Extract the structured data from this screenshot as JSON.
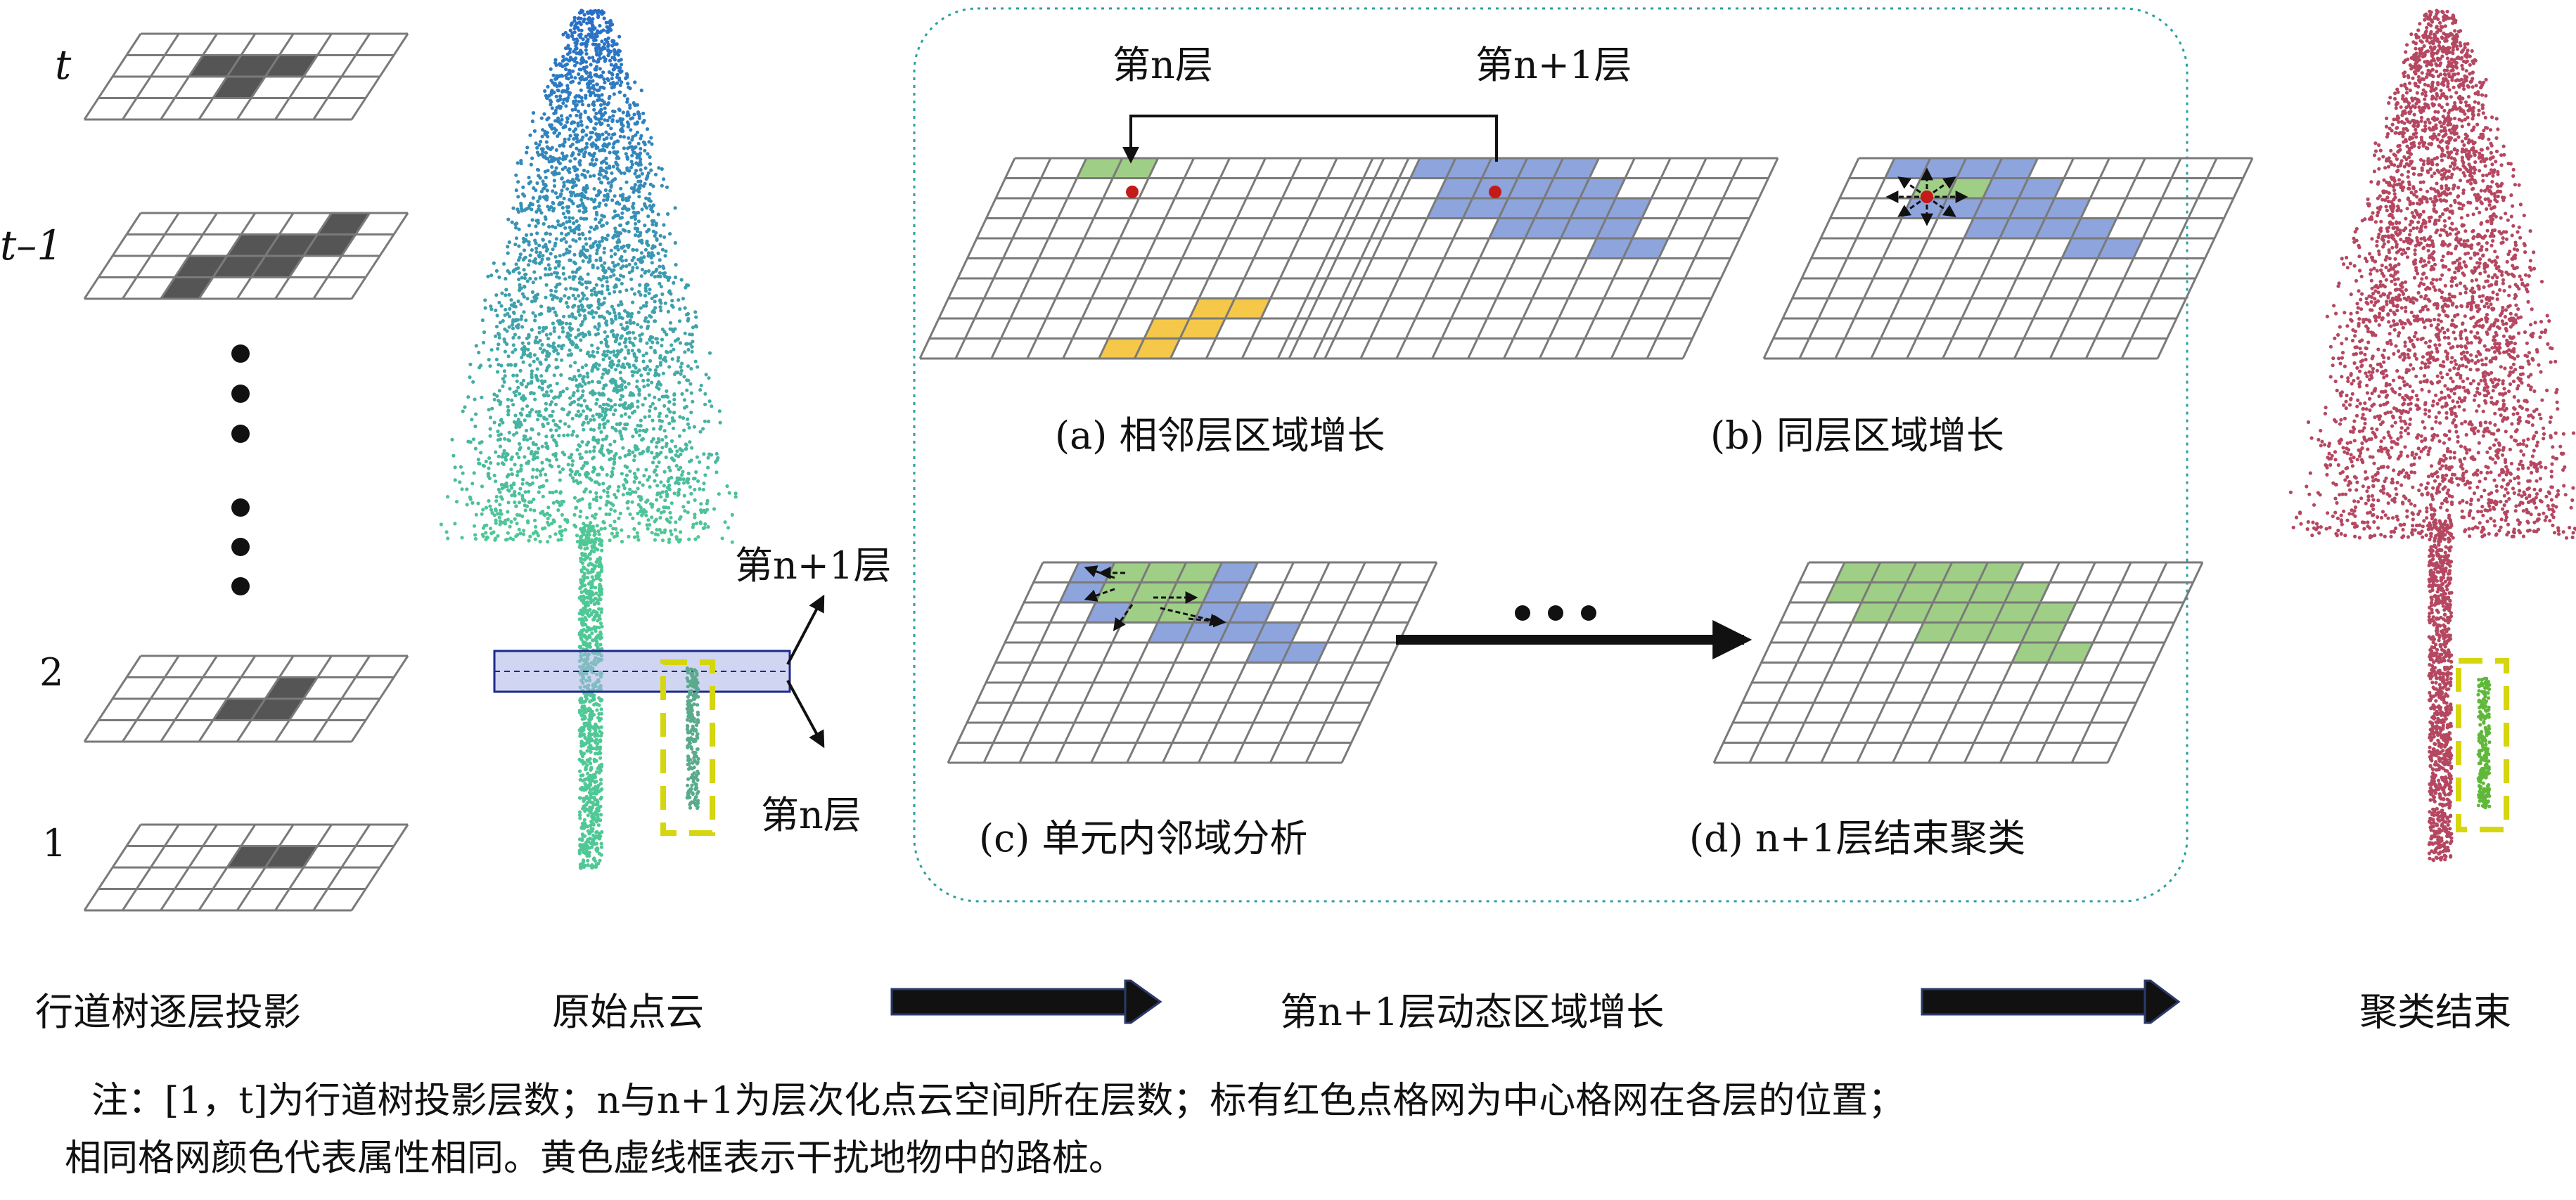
{
  "projection": {
    "layer_labels": [
      "t",
      "t–1",
      "2",
      "1"
    ]
  },
  "panel_labels": {
    "nth_layer": "第n层",
    "n1_layer": "第n+1层"
  },
  "sub_captions": {
    "a": "(a) 相邻层区域增长",
    "b": "(b) 同层区域增长",
    "c": "(c) 单元内邻域分析",
    "d": "(d) n+1层结束聚类"
  },
  "bottom_captions": {
    "projection": "行道树逐层投影",
    "original": "原始点云",
    "dynamic": "第n+1层动态区域增长",
    "result": "聚类结束"
  },
  "note": {
    "line1": "注：[1，t]为行道树投影层数；n与n+1为层次化点云空间所在层数；标有红色点格网为中心格网在各层的位置；",
    "line2": "相同格网颜色代表属性相同。黄色虚线框表示干扰地物中的路桩。"
  },
  "colors": {
    "gray_cell": "#555555",
    "green_cell": "#9fcf86",
    "blue_cell": "#8ea4dc",
    "yellow_cell": "#f5c84a",
    "red_dot": "#c41a1a",
    "dashed_box": "#d6d60f",
    "cluster_tree": "#b54761",
    "frame": "#2aa0a0"
  }
}
